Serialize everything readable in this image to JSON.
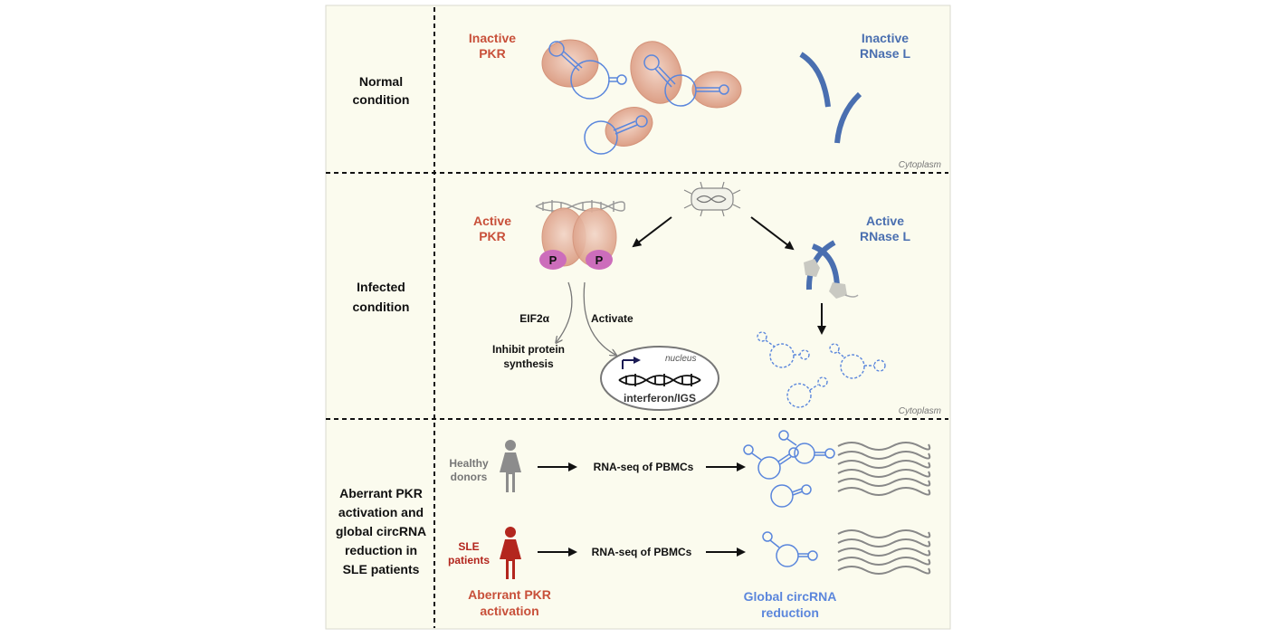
{
  "rows": {
    "normal": {
      "label": [
        "Normal",
        "condition"
      ]
    },
    "infected": {
      "label": [
        "Infected",
        "condition"
      ]
    },
    "sle": {
      "label": [
        "Aberrant PKR",
        "activation and",
        "global circRNA",
        "reduction in",
        "SLE patients"
      ]
    }
  },
  "normal_panel": {
    "pkr_label": [
      "Inactive",
      "PKR"
    ],
    "rnase_label": [
      "Inactive",
      "RNase L"
    ],
    "compartment": "Cytoplasm"
  },
  "infected_panel": {
    "pkr_label": [
      "Active",
      "PKR"
    ],
    "rnase_label": [
      "Active",
      "RNase L"
    ],
    "phospho": "P",
    "eif2a": "EIF2α",
    "activate": "Activate",
    "inhibit": [
      "Inhibit protein",
      "synthesis"
    ],
    "nucleus": "nucleus",
    "interferon": "interferon/IGS",
    "compartment": "Cytoplasm"
  },
  "sle_panel": {
    "healthy_label": [
      "Healthy",
      "donors"
    ],
    "sle_label": [
      "SLE",
      "patients"
    ],
    "rnaseq_healthy": "RNA-seq of PBMCs",
    "rnaseq_sle": "RNA-seq of PBMCs",
    "aberrant_caption": [
      "Aberrant PKR",
      "activation"
    ],
    "global_caption": [
      "Global circRNA",
      "reduction"
    ]
  },
  "colors": {
    "panel_bg": "#fbfbee",
    "pkr_red": "#c8503a",
    "rnase_blue": "#4a6fb0",
    "pkr_body": "#e7b39d",
    "circ_blue": "#5a86dc",
    "phospho_pink": "#cc6dbb",
    "sle_red": "#b3261e",
    "healthy_gray": "#8c8c8c",
    "caption_blue": "#5b86dc"
  }
}
